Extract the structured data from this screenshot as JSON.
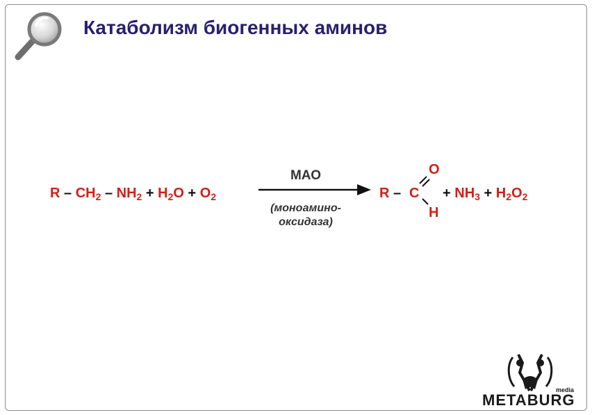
{
  "title": "Катаболизм биогенных аминов",
  "icons": {
    "magnifier": "magnifier-icon",
    "logo": "metaburg-logo-icon"
  },
  "reaction": {
    "r": "R",
    "dash": "–",
    "ch": "CH",
    "ch_sub": "2",
    "nh": "NH",
    "nh_sub": "2",
    "plus": "+",
    "h2o_h": "H",
    "h2o_sub": "2",
    "h2o_o": "O",
    "o2_o": "O",
    "o2_sub": "2",
    "enzyme": "МАО",
    "enzyme_desc_line1": "(моноамино-",
    "enzyme_desc_line2": "оксидаза)",
    "prod_r": "R",
    "prod_c": "C",
    "prod_o": "O",
    "prod_h": "H",
    "nh3_n": "NH",
    "nh3_sub": "3",
    "h2o2_h": "H",
    "h2o2_h_sub": "2",
    "h2o2_o": "O",
    "h2o2_o_sub": "2"
  },
  "logo": {
    "name": "METABURG",
    "media": "media"
  },
  "colors": {
    "title": "#2a1f6e",
    "chem": "#d11f16",
    "text": "#333333"
  }
}
